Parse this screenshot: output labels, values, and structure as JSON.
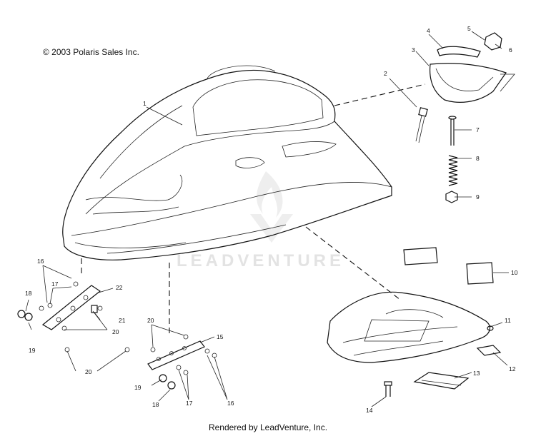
{
  "copyright": "© 2003 Polaris Sales Inc.",
  "footer": "Rendered by LeadVenture, Inc.",
  "watermark": "LEADVENTURE",
  "callouts": {
    "c1": "1",
    "c2": "2",
    "c3": "3",
    "c4": "4",
    "c5": "5",
    "c6": "6",
    "c7": "7",
    "c8": "8",
    "c9": "9",
    "c10": "10",
    "c11": "11",
    "c12": "12",
    "c13": "13",
    "c14": "14",
    "c15": "15",
    "c16": "16",
    "c17": "17",
    "c18": "18",
    "c19": "19",
    "c20": "20",
    "c21": "21",
    "c22": "22"
  }
}
